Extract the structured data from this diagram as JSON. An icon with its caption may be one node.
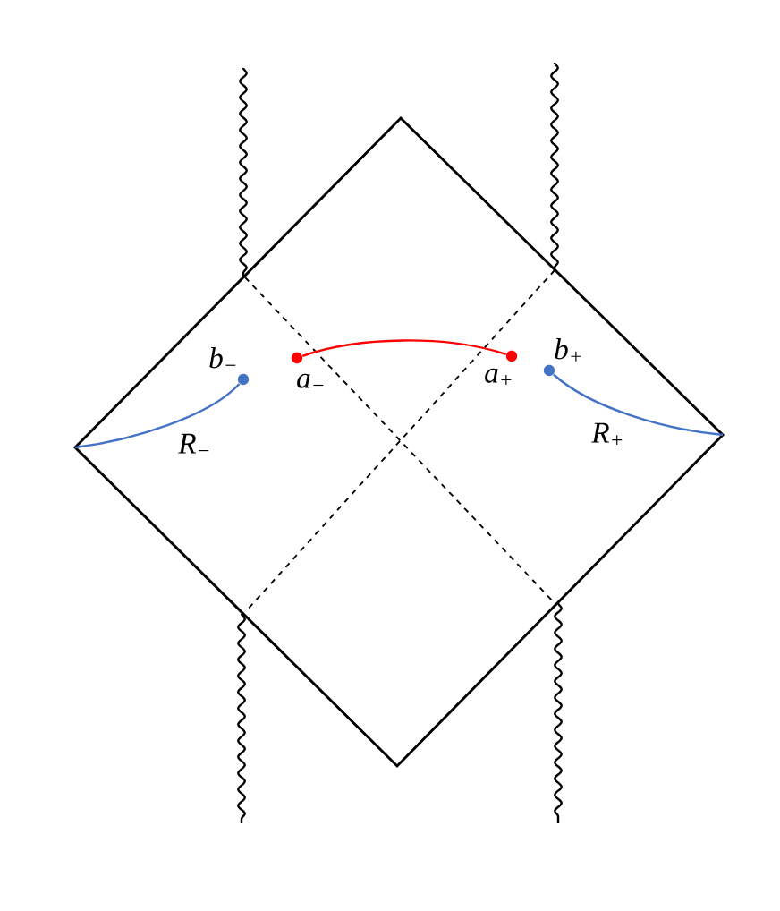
{
  "diagram": {
    "nodes": [
      {
        "text": [],
        "shape": "circle",
        "beside": [
          "b$_{−}$"
        ]
      },
      {
        "text": [],
        "shape": "circle",
        "beside": [
          "a$_{−}$"
        ]
      },
      {
        "text": [],
        "shape": "circle",
        "beside": [
          "a$_{+}$"
        ]
      },
      {
        "text": [],
        "shape": "circle",
        "beside": [
          "b$_{+}$"
        ]
      }
    ],
    "edges": [
      {
        "from": 1,
        "to": 2,
        "arrow": "none",
        "color": "#ff0000"
      },
      {
        "from": 0,
        "to": null,
        "arrow": "none",
        "label": "R$_{−}$"
      },
      {
        "from": 3,
        "to": null,
        "arrow": "none",
        "label": "R$_{+}$"
      }
    ]
  }
}
